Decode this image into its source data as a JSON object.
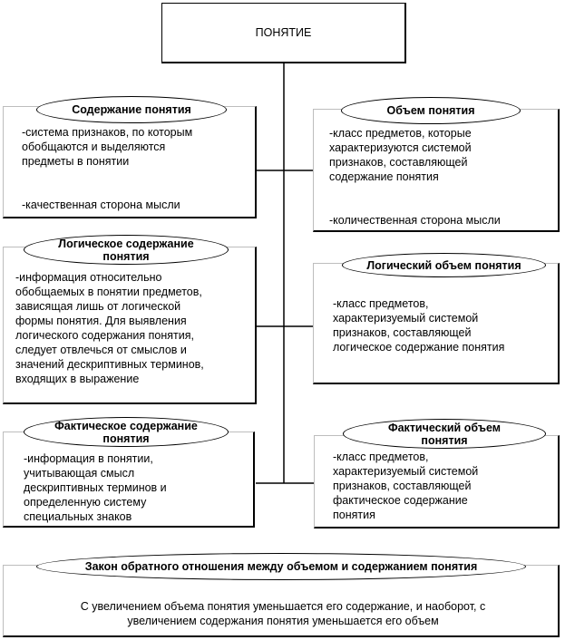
{
  "root": {
    "title": "ПОНЯТИЕ"
  },
  "content": {
    "title": "Содержание понятия",
    "text": "-система признаков, по которым\nобобщаются и выделяются\nпредметы в понятии\n\n\n-качественная сторона мысли"
  },
  "volume": {
    "title": "Объем понятия",
    "text": "-класс предметов, которые\nхарактеризуются системой\nпризнаков, составляющей\nсодержание понятия\n\n\n-количественная сторона мысли"
  },
  "logical_content": {
    "title": "Логическое содержание\nпонятия",
    "text": "-информация относительно\nобобщаемых в понятии предметов,\nзависящая лишь от логической\nформы понятия. Для выявления\nлогического содержания понятия,\nследует отвлечься от смыслов и\nзначений дескриптивных терминов,\nвходящих в выражение"
  },
  "logical_volume": {
    "title": "Логический объем понятия",
    "text": "-класс предметов,\nхарактеризуемый системой\nпризнаков, составляющей\nлогическое содержание понятия"
  },
  "factual_content": {
    "title": "Фактическое содержание\nпонятия",
    "text": "-информация в понятии,\nучитывающая смысл\nдескриптивных терминов и\nопределенную систему\nспециальных знаков"
  },
  "factual_volume": {
    "title": "Фактический объем\nпонятия",
    "text": "-класс предметов,\nхарактеризуемый системой\nпризнаков, составляющей\nфактическое содержание\nпонятия"
  },
  "law": {
    "title": "Закон обратного отношения между объемом и содержанием понятия",
    "text": "С увеличением объема понятия уменьшается его содержание, и наоборот, с\nувеличением содержания понятия уменьшается его объем"
  }
}
